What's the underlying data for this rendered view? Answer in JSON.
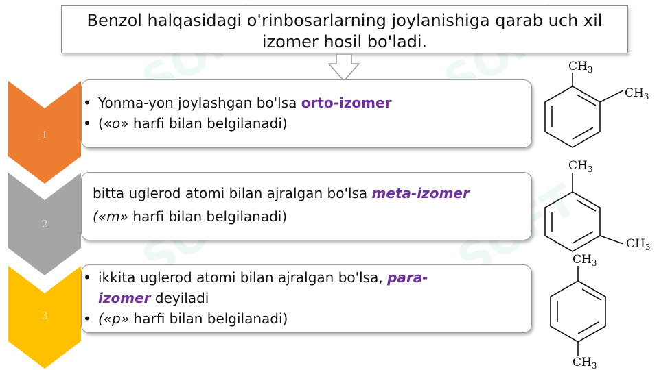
{
  "title": {
    "line1": "Benzol halqasidagi o'rinbosarlarning joylanishiga qarab uch xil",
    "line2": "izomer hosil bo'ladi."
  },
  "steps": [
    {
      "number": "1",
      "color": "#ed7d31",
      "bullet1_pre": "Yonma-yon joylashgan bo'lsa ",
      "bullet1_hl": "orto-izomer",
      "bullet2_pre": "(«",
      "bullet2_it": "o",
      "bullet2_post": "» harfi bilan belgilanadi)"
    },
    {
      "number": "2",
      "color": "#a5a5a5",
      "line1_pre": "bitta uglerod atomi bilan ajralgan bo'lsa ",
      "line1_hl": "meta-izomer",
      "line2_it": "(«m»",
      "line2_post": " harfi bilan belgilanadi)"
    },
    {
      "number": "3",
      "color": "#ffc000",
      "bullet1_pre": "ikkita uglerod atomi bilan ajralgan bo'lsa, ",
      "bullet1_hl": "para-",
      "bullet1b_hl": "izomer",
      "bullet1b_post": " deyiladi",
      "bullet2_it": "(«p»",
      "bullet2_post": " harfi bilan belgilanadi)"
    }
  ],
  "structures": {
    "methyl": "CH",
    "sub": "3"
  },
  "watermark": "SOFT"
}
